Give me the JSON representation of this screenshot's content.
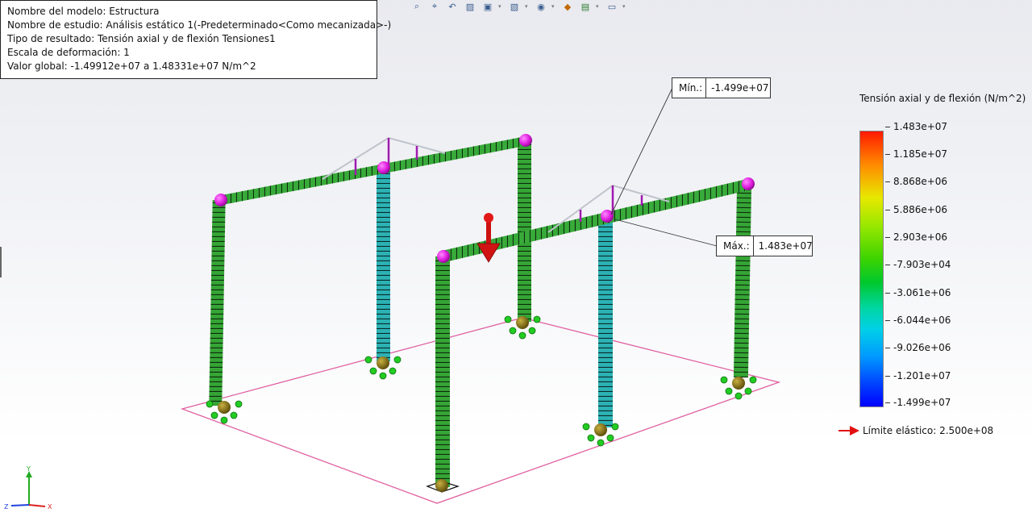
{
  "study_info": {
    "model_name": "Nombre del modelo: Estructura",
    "study_name": "Nombre de estudio: Análisis estático 1(-Predeterminado<Como mecanizada>-)",
    "result_type": "Tipo de resultado: Tensión axial y de flexión Tensiones1",
    "deformation_scale": "Escala de deformación: 1",
    "global_value": "Valor global: -1.49912e+07 a 1.48331e+07 N/m^2"
  },
  "callouts": {
    "min": {
      "label": "Mín.:",
      "value": "-1.499e+07"
    },
    "max": {
      "label": "Máx.:",
      "value": "1.483e+07"
    }
  },
  "legend": {
    "title": "Tensión axial y de flexión (N/m^2)",
    "ticks": [
      "1.483e+07",
      "1.185e+07",
      "8.868e+06",
      "5.886e+06",
      "2.903e+06",
      "-7.903e+04",
      "-3.061e+06",
      "-6.044e+06",
      "-9.026e+06",
      "-1.201e+07",
      "-1.499e+07"
    ],
    "yield_label": "Límite elástico: 2.500e+08"
  },
  "triad": {
    "y": "Y",
    "x": "X",
    "z": "Z"
  },
  "toolbar_icons": [
    "zoom-to-fit-icon",
    "zoom-to-area-icon",
    "previous-view-icon",
    "section-view-icon",
    "view-orientation-icon",
    "display-style-icon",
    "hide-show-items-icon",
    "edit-appearance-icon",
    "apply-scene-icon",
    "view-settings-icon"
  ],
  "colors": {
    "beam_green": "#2fa02f",
    "beam_cyan": "#2ab3b8",
    "joint_magenta": "#e81ee8",
    "fixture_green": "#22cc22",
    "load_red": "#dd1111",
    "ground_plane": "#e060a0"
  }
}
